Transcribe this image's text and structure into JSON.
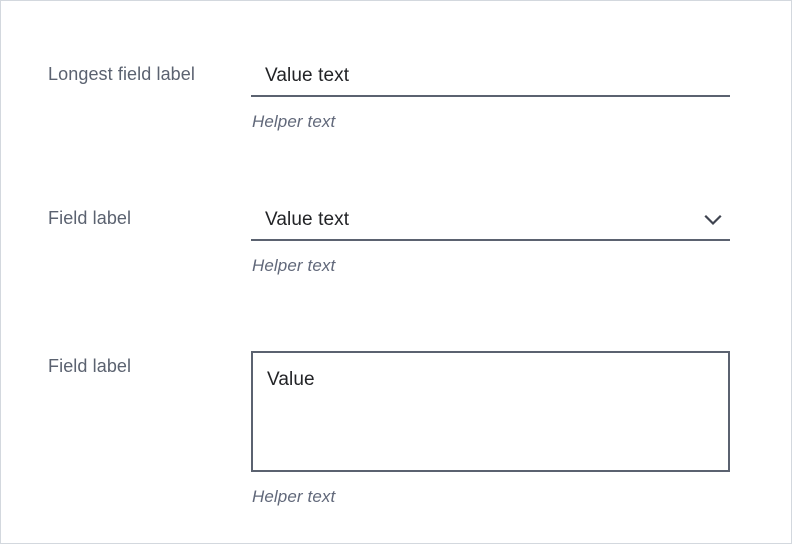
{
  "form": {
    "fields": [
      {
        "id": "text-field",
        "type": "text-input",
        "label": "Longest field label",
        "value": "Value text",
        "helper": "Helper text"
      },
      {
        "id": "select-field",
        "type": "select",
        "label": "Field label",
        "value": "Value text",
        "helper": "Helper text",
        "icon": "chevron-down-icon"
      },
      {
        "id": "textarea-field",
        "type": "textarea",
        "label": "Field label",
        "value": "Value",
        "helper": "Helper text"
      }
    ]
  },
  "colors": {
    "frame_border": "#d3d8de",
    "label_text": "#5b6270",
    "value_text": "#222326",
    "helper_text": "#61687a",
    "input_line": "#5b6270",
    "background": "#ffffff"
  }
}
